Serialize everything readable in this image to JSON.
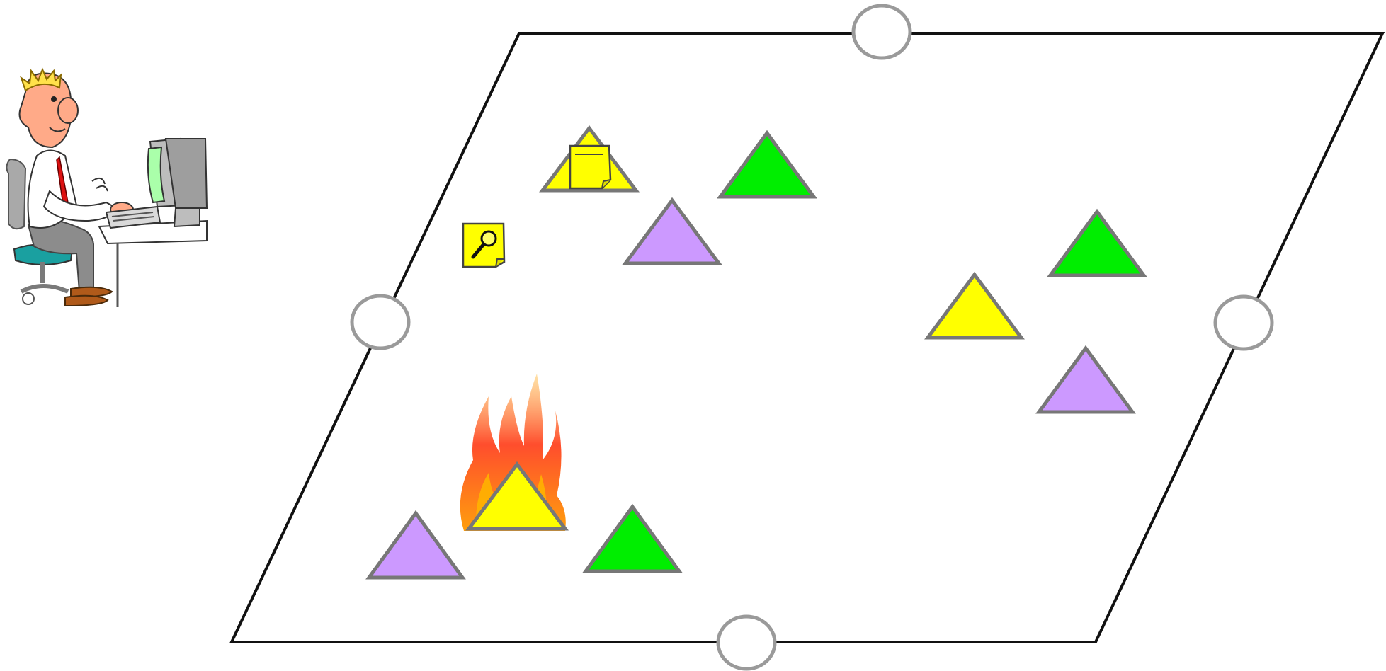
{
  "diagram": {
    "kind": "network-topology-illustration",
    "background": "#ffffff",
    "palette": {
      "yellow": "#ffff00",
      "green": "#00ee00",
      "purple": "#cc99ff",
      "outline": "#777777",
      "port_ring": "#9a9a9a",
      "boundary": "#111111",
      "note_fill": "#ffff00"
    },
    "operator": {
      "icon": "person-at-computer-icon"
    },
    "boundary": {
      "shape": "parallelogram",
      "icon": "network-boundary"
    },
    "ports": [
      {
        "name": "top"
      },
      {
        "name": "left"
      },
      {
        "name": "right"
      },
      {
        "name": "bottom"
      }
    ],
    "nodes": [
      {
        "color": "yellow",
        "overlay": "document-icon"
      },
      {
        "color": "green"
      },
      {
        "color": "purple"
      },
      {
        "color": "green"
      },
      {
        "color": "yellow"
      },
      {
        "color": "purple"
      },
      {
        "color": "yellow",
        "overlay": "fire-icon"
      },
      {
        "color": "purple"
      },
      {
        "color": "green"
      }
    ],
    "free_icons": [
      "search-note-icon"
    ]
  }
}
